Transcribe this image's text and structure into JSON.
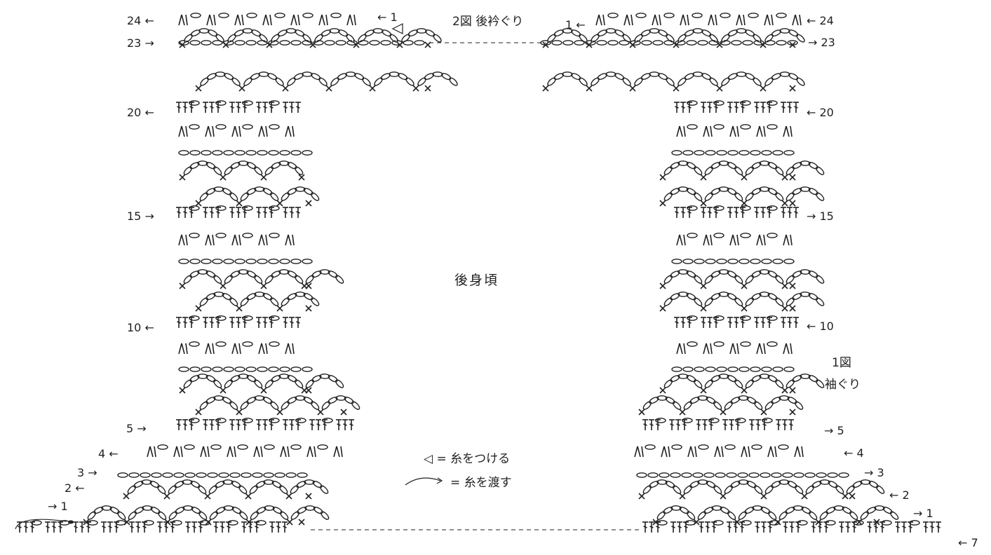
{
  "rows": {
    "left": [
      {
        "label": "24",
        "arrow": "←"
      },
      {
        "label": "23",
        "arrow": "→"
      },
      {
        "label": "20",
        "arrow": "←"
      },
      {
        "label": "15",
        "arrow": "→"
      },
      {
        "label": "10",
        "arrow": "←"
      },
      {
        "label": "5",
        "arrow": "→"
      },
      {
        "label": "4",
        "arrow": "←"
      },
      {
        "label": "3",
        "arrow": "→"
      },
      {
        "label": "2",
        "arrow": "←"
      },
      {
        "label": "1",
        "arrow": "→"
      }
    ],
    "right": [
      {
        "label": "24",
        "arrow": "←"
      },
      {
        "label": "23",
        "arrow": "→"
      },
      {
        "label": "20",
        "arrow": "←"
      },
      {
        "label": "15",
        "arrow": "→"
      },
      {
        "label": "10",
        "arrow": "←"
      },
      {
        "label": "5",
        "arrow": "→"
      },
      {
        "label": "4",
        "arrow": "←"
      },
      {
        "label": "3",
        "arrow": "→"
      },
      {
        "label": "2",
        "arrow": "←"
      },
      {
        "label": "1",
        "arrow": "→"
      },
      {
        "label": "7",
        "arrow": "←"
      }
    ]
  },
  "neck_start_left": {
    "label": "1",
    "arrow": "←"
  },
  "neck_start_right": {
    "label": "1",
    "arrow": "←"
  },
  "figure_2": {
    "number": "2図",
    "name": "後衿ぐり"
  },
  "figure_1": {
    "number": "1図",
    "name": "袖ぐり"
  },
  "body_title": "後身頃",
  "legend": {
    "attach": {
      "symbol": "◁",
      "text": "= 糸をつける"
    },
    "carry": {
      "text": "= 糸を渡す"
    }
  }
}
